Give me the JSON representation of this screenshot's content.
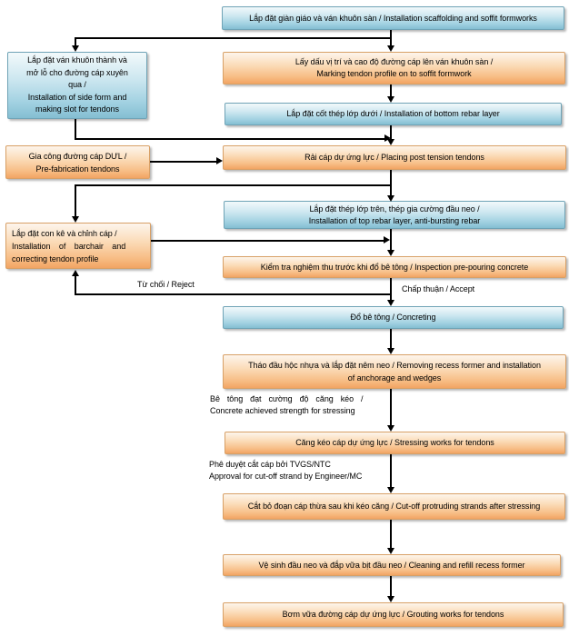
{
  "diagram": {
    "type": "flowchart",
    "language": "Vietnamese / English",
    "colors": {
      "background": "#ffffff",
      "process_blue_top": "#f2f9fb",
      "process_blue_bottom": "#84bed2",
      "process_blue_border": "#6fa3b6",
      "process_orange_top": "#fdf5ec",
      "process_orange_bottom": "#f2a463",
      "process_orange_border": "#d8a066",
      "connector": "#000000",
      "text": "#000000"
    },
    "nodes": {
      "scaffolding": {
        "style": "blue",
        "lines": [
          "Lắp đặt giàn giáo và ván khuôn sàn / Installation scaffolding and soffit formworks"
        ]
      },
      "side_form": {
        "style": "blue",
        "lines": [
          "Lắp đặt ván khuôn thành và",
          "mở lỗ cho đường cáp xuyên",
          "qua /",
          "Installation of side form and",
          "making slot for tendons"
        ]
      },
      "marking": {
        "style": "orange",
        "lines": [
          "Lấy dấu vị trí và cao độ đường cáp lên ván khuôn sàn /",
          "Marking tendon profile on to soffit formwork"
        ]
      },
      "bottom_rebar": {
        "style": "blue",
        "lines": [
          "Lắp đặt cốt thép lớp dưới / Installation of bottom rebar layer"
        ]
      },
      "prefab": {
        "style": "orange",
        "lines": [
          "Gia công đường cáp DƯL /",
          "Pre-fabrication tendons"
        ]
      },
      "placing": {
        "style": "orange",
        "lines": [
          "Rải cáp dự ứng lực / Placing post tension tendons"
        ]
      },
      "top_rebar": {
        "style": "blue",
        "lines": [
          "Lắp đặt thép lớp trên, thép gia cường đầu neo /",
          "Installation of top rebar layer, anti-bursting rebar"
        ]
      },
      "barchair": {
        "style": "orange",
        "lines": [
          "Lắp đặt con kê và chỉnh cáp /",
          "Installation of barchair and",
          "correcting tendon profile"
        ]
      },
      "inspection": {
        "style": "orange",
        "lines": [
          "Kiểm tra nghiệm thu trước khi đổ bê tông / Inspection pre-pouring concrete"
        ]
      },
      "concreting": {
        "style": "blue",
        "lines": [
          "Đổ bê tông / Concreting"
        ]
      },
      "recess_removal": {
        "style": "orange",
        "lines": [
          "Tháo đầu hộc nhựa và lắp đặt nêm neo / Removing recess former and installation",
          "of anchorage and wedges"
        ]
      },
      "stressing": {
        "style": "orange",
        "lines": [
          "Căng kéo cáp dự ứng lực / Stressing works for tendons"
        ]
      },
      "cutoff": {
        "style": "orange",
        "lines": [
          "Cắt bỏ đoạn cáp thừa sau khi kéo căng / Cut-off protruding strands after stressing"
        ]
      },
      "cleaning": {
        "style": "orange",
        "lines": [
          "Vệ sinh đầu neo và đắp vữa bịt đầu neo / Cleaning and refill recess former"
        ]
      },
      "grouting": {
        "style": "orange",
        "lines": [
          "Bơm vữa đường cáp dự ứng lực / Grouting works for tendons"
        ]
      }
    },
    "edge_labels": {
      "reject": "Từ chối / Reject",
      "accept": "Chấp thuận / Accept",
      "strength_vi": "Bê tông đạt cường độ căng kéo /",
      "strength_en": "Concrete achieved strength for stressing",
      "approval_vi": "Phê duyệt cắt cáp bởi TVGS/NTC",
      "approval_en": "Approval for cut-off strand by Engineer/MC"
    }
  }
}
